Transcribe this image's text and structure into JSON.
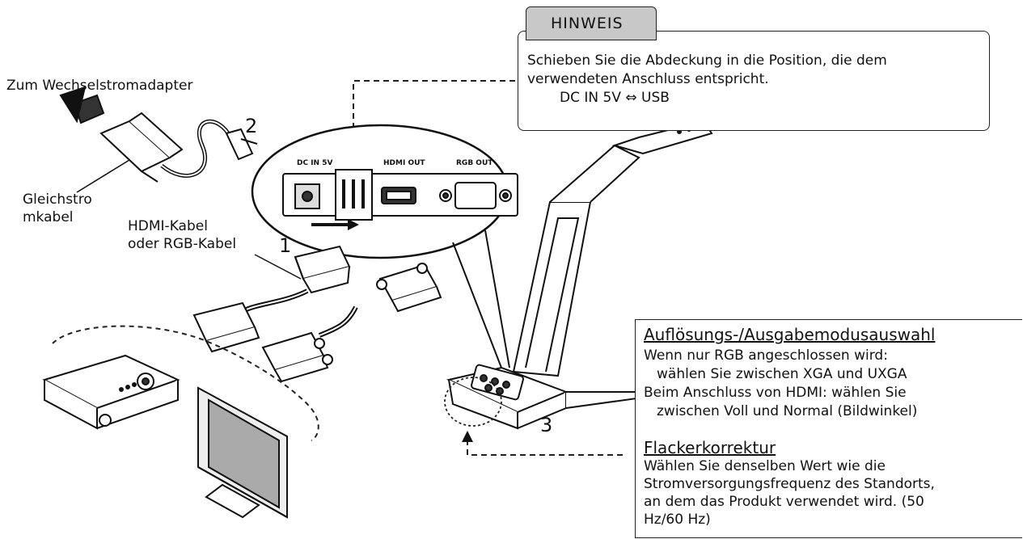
{
  "hinweis": {
    "title": "HINWEIS",
    "line1": "Schieben Sie die Abdeckung in die Position, die dem",
    "line2": "verwendeten Anschluss entspricht.",
    "line3": "DC IN 5V ⇔ USB"
  },
  "labels": {
    "ac_adapter": "Zum Wechselstromadapter",
    "dc_cable_1": "Gleichstro",
    "dc_cable_2": "mkabel",
    "hdmi_cable_1": "HDMI-Kabel",
    "hdmi_cable_2": "oder RGB-Kabel",
    "num_1": "1",
    "num_2": "2",
    "num_3": "3"
  },
  "ports": {
    "dc_in": "DC IN 5V",
    "hdmi_out": "HDMI OUT",
    "rgb_out": "RGB OUT"
  },
  "resolution_panel": {
    "title": "Auflösungs-/Ausgabemodusauswahl",
    "line1": "Wenn nur RGB angeschlossen wird:",
    "line2": "wählen Sie zwischen XGA und UXGA",
    "line3": "Beim Anschluss von HDMI:   wählen Sie",
    "line4": "zwischen Voll und Normal (Bildwinkel)"
  },
  "flicker_panel": {
    "title": "Flackerkorrektur",
    "line1": "Wählen Sie denselben Wert wie die",
    "line2": "Stromversorgungsfrequenz des Standorts,",
    "line3": "an dem das Produkt verwendet wird. (50",
    "line4": "Hz/60 Hz)"
  }
}
